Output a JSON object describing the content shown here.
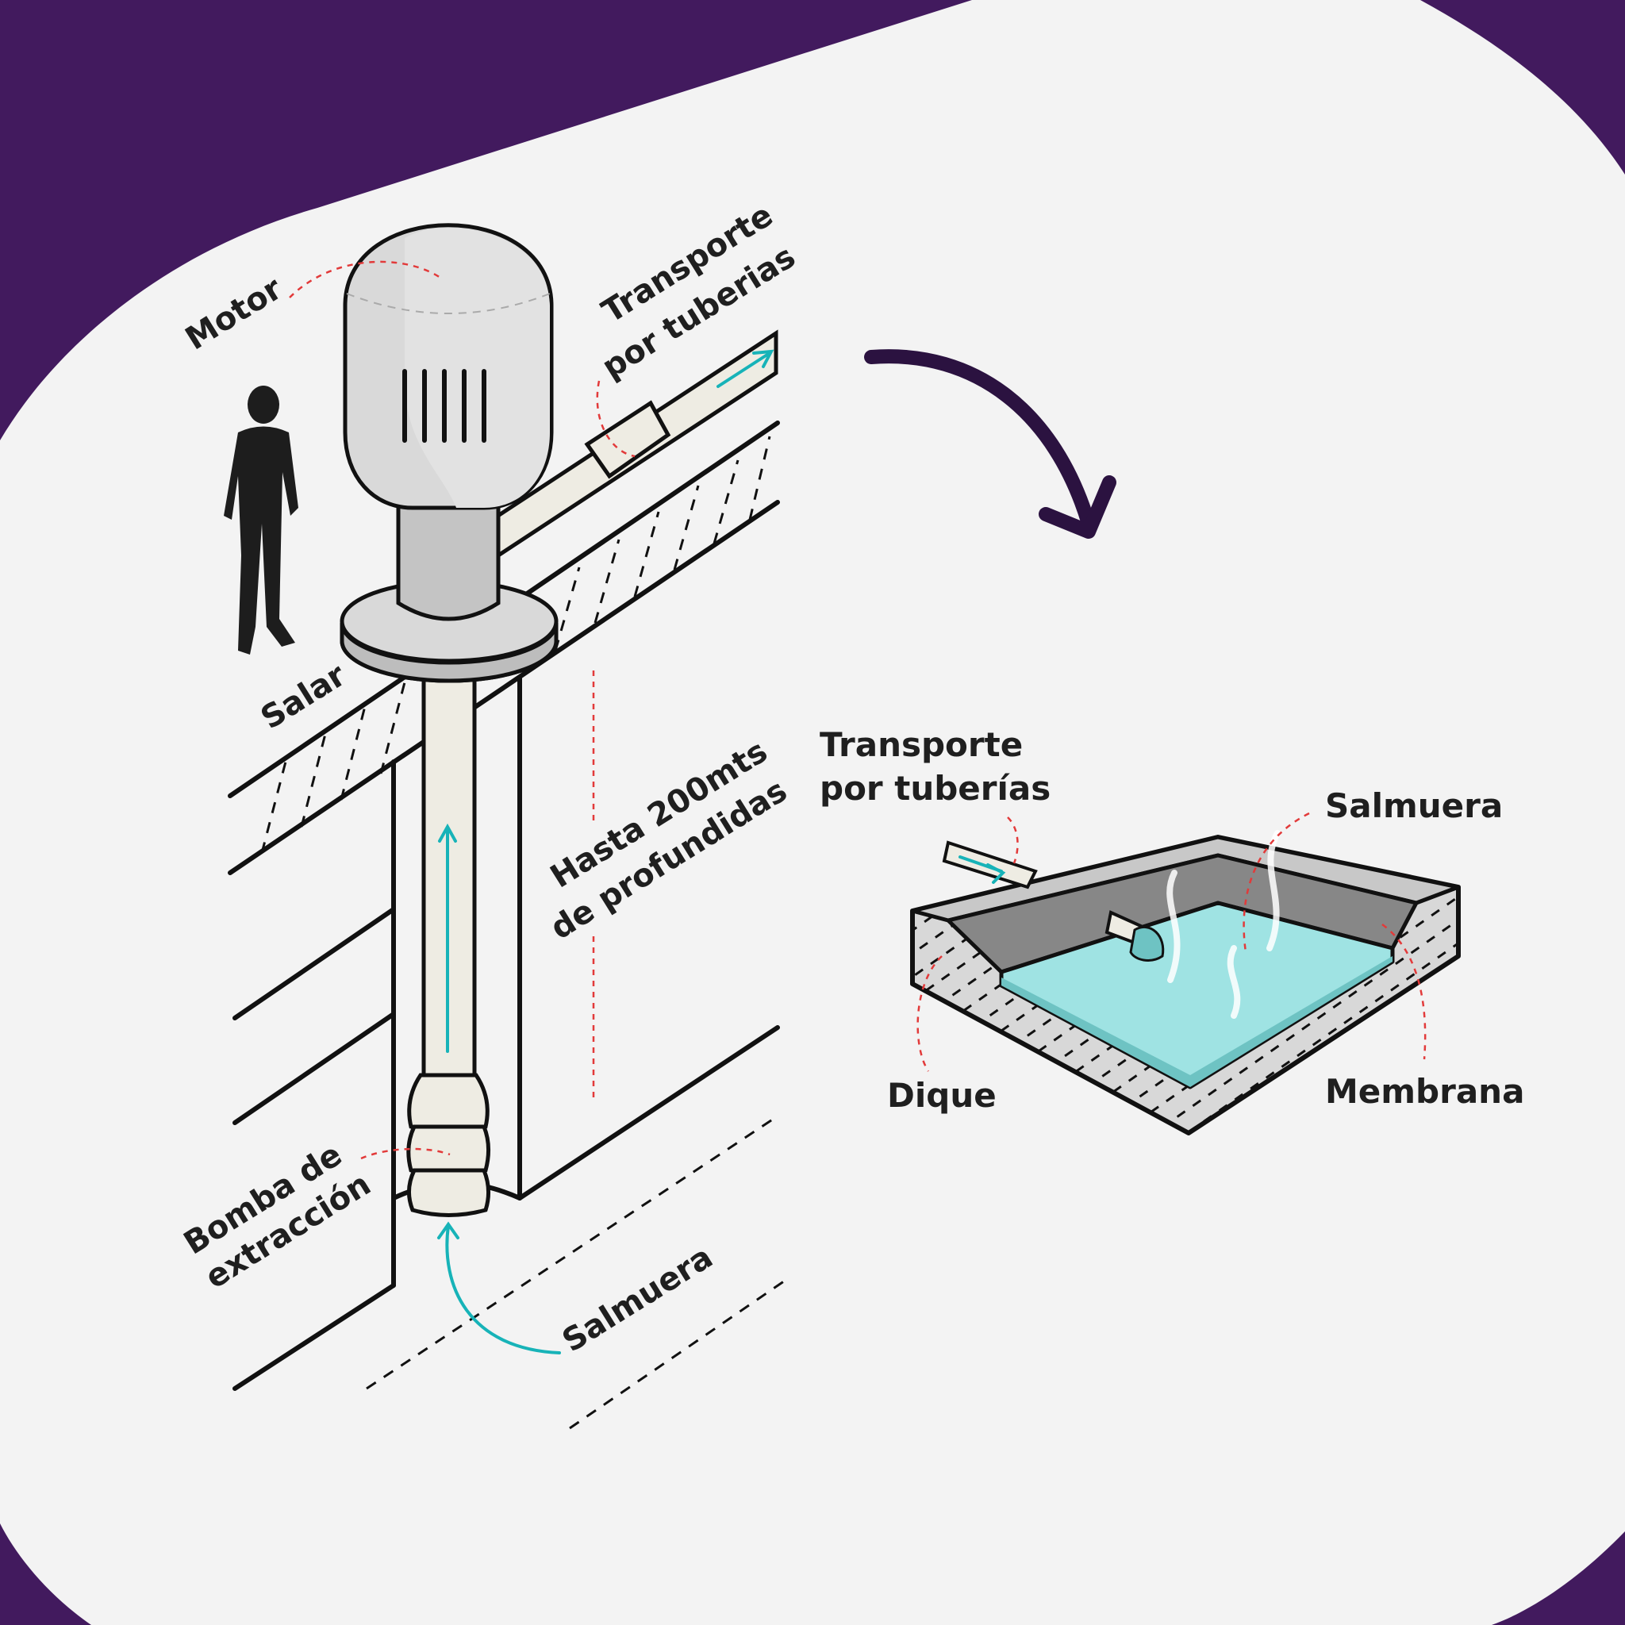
{
  "labels": {
    "motor": "Motor",
    "transporte_left_1": "Transporte",
    "transporte_left_2": "por tuberias",
    "salar": "Salar",
    "hasta_1": "Hasta 200mts",
    "hasta_2": "de profundidas",
    "bomba_1": "Bomba de",
    "bomba_2": "extracción",
    "salmuera_left": "Salmuera",
    "transporte_right_1": "Transporte",
    "transporte_right_2": "por tuberías",
    "salmuera_right": "Salmuera",
    "dique": "Dique",
    "membrana": "Membrana"
  },
  "colors": {
    "background_band": "#421a5e",
    "panel": "#f3f3f3",
    "metal_light": "#d9d9d9",
    "metal_dark": "#b3b3b3",
    "pipe": "#eeece3",
    "brine": "#9fe3e3",
    "brine_edge": "#6ec3c3",
    "pond_wall": "#878787",
    "teal_arrow": "#17b3b8",
    "leader_line": "#e23a3a",
    "person": "#1d1d1d",
    "big_arrow": "#2b1240"
  }
}
